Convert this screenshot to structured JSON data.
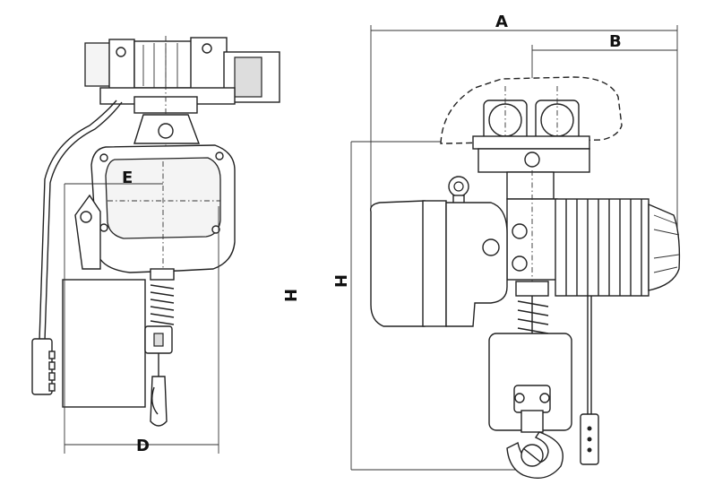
{
  "dimensions": {
    "A": "A",
    "B": "B",
    "D": "D",
    "E": "E",
    "H_left": "H",
    "H_right": "H"
  }
}
